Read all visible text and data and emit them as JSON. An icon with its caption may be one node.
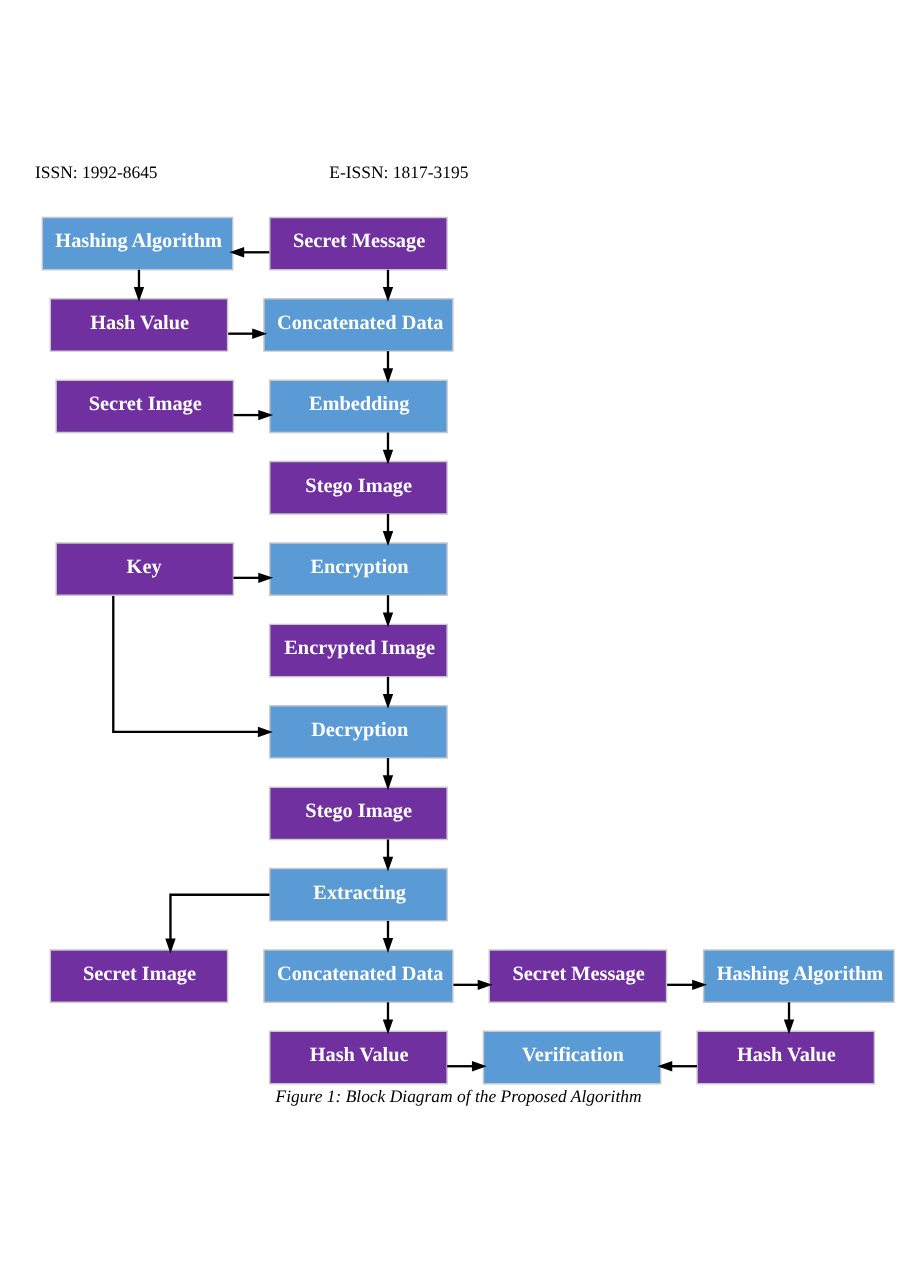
{
  "diagram": {
    "caption": "Figure 1: Block Diagram of the Proposed Algorithm",
    "nodes": [
      {
        "text": [
          "Hashing Algorithm"
        ]
      },
      {
        "text": [
          "Secret Message"
        ]
      },
      {
        "text": [
          "Hash Value"
        ]
      },
      {
        "text": [
          "Concatenated Data"
        ]
      },
      {
        "text": [
          "Secret Image"
        ]
      },
      {
        "text": [
          "Embedding"
        ]
      },
      {
        "text": [
          "Stego Image"
        ]
      },
      {
        "text": [
          "Key"
        ]
      },
      {
        "text": [
          "Encryption"
        ]
      },
      {
        "text": [
          "Encrypted Image"
        ]
      },
      {
        "text": [
          "Decryption"
        ]
      },
      {
        "text": [
          "Stego Image"
        ]
      },
      {
        "text": [
          "Extracting"
        ]
      },
      {
        "text": [
          "Secret Image"
        ]
      },
      {
        "text": [
          "Concatenated Data"
        ]
      },
      {
        "text": [
          "Secret Message"
        ]
      },
      {
        "text": [
          "Hashing Algorithm"
        ]
      },
      {
        "text": [
          "Hash Value"
        ]
      },
      {
        "text": [
          "Verification"
        ]
      },
      {
        "text": [
          "Hash Value"
        ]
      }
    ],
    "edges": [
      {
        "from": 1,
        "to": 0,
        "arrow": "to"
      },
      {
        "from": 1,
        "to": 3,
        "arrow": "to"
      },
      {
        "from": 0,
        "to": 2,
        "arrow": "to"
      },
      {
        "from": 2,
        "to": 3,
        "arrow": "to"
      },
      {
        "from": 3,
        "to": 5,
        "arrow": "to"
      },
      {
        "from": 4,
        "to": 5,
        "arrow": "to"
      },
      {
        "from": 5,
        "to": 6,
        "arrow": "to"
      },
      {
        "from": 6,
        "to": 8,
        "arrow": "to"
      },
      {
        "from": 7,
        "to": 8,
        "arrow": "to"
      },
      {
        "from": 8,
        "to": 9,
        "arrow": "to"
      },
      {
        "from": 9,
        "to": 10,
        "arrow": "to"
      },
      {
        "from": 7,
        "to": 10,
        "arrow": "to"
      },
      {
        "from": 10,
        "to": 11,
        "arrow": "to"
      },
      {
        "from": 11,
        "to": 12,
        "arrow": "to"
      },
      {
        "from": 12,
        "to": 13,
        "arrow": "to"
      },
      {
        "from": 12,
        "to": 14,
        "arrow": "to"
      },
      {
        "from": 14,
        "to": 15,
        "arrow": "to"
      },
      {
        "from": 15,
        "to": 16,
        "arrow": "to"
      },
      {
        "from": 16,
        "to": 19,
        "arrow": "to"
      },
      {
        "from": 14,
        "to": 17,
        "arrow": "to"
      },
      {
        "from": 17,
        "to": 18,
        "arrow": "to"
      },
      {
        "from": 19,
        "to": 18,
        "arrow": "to"
      }
    ],
    "labels": [
      "ISSN: 1992-8645",
      "E-ISSN: 1817-3195"
    ]
  }
}
